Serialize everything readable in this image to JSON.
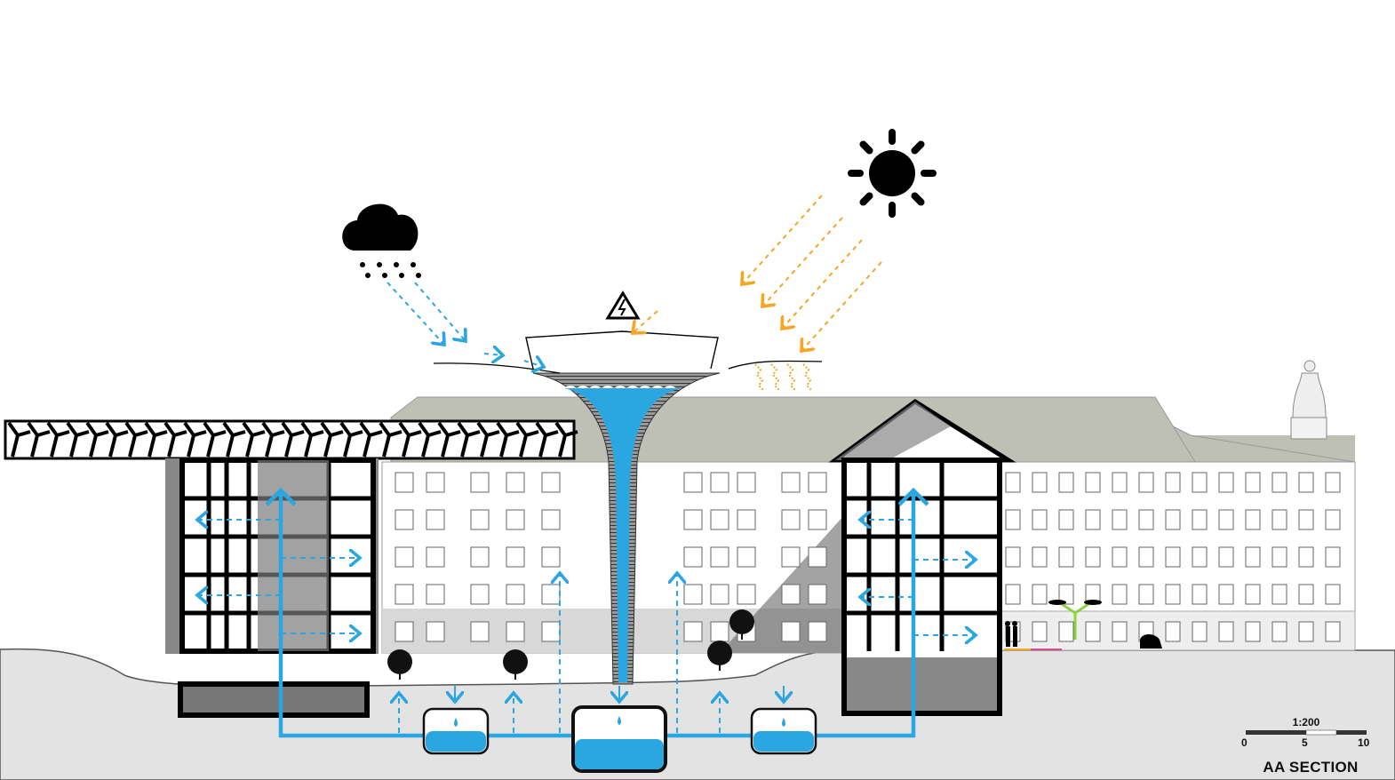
{
  "title": "AA SECTION",
  "scale": {
    "ratio": "1:200",
    "ticks": [
      "0",
      "5",
      "10"
    ],
    "unit_segments": [
      "dark",
      "light",
      "dark"
    ]
  },
  "colors": {
    "water": "#2AA6E0",
    "solar": "#F5A623",
    "ground": "#E3E3E3",
    "roof": "#BFC0B5",
    "structure": "#000000",
    "lamp": "#8CD23A"
  },
  "icons": {
    "weather": [
      "rain-cloud-icon",
      "sun-icon",
      "high-voltage-warning-icon"
    ]
  },
  "flows": {
    "rain": "rainwater collected by canopy funnel",
    "solar": "solar radiation onto canopy panels",
    "distribution": "water pumped up into buildings and distributed to floors"
  },
  "tanks": [
    {
      "name": "left-storage-tank",
      "size": "small"
    },
    {
      "name": "central-storage-tank",
      "size": "large"
    },
    {
      "name": "right-storage-tank",
      "size": "small"
    }
  ],
  "buildings": {
    "left_section_floors": 5,
    "right_section_floors": 5,
    "background_facade_floors": 5
  }
}
